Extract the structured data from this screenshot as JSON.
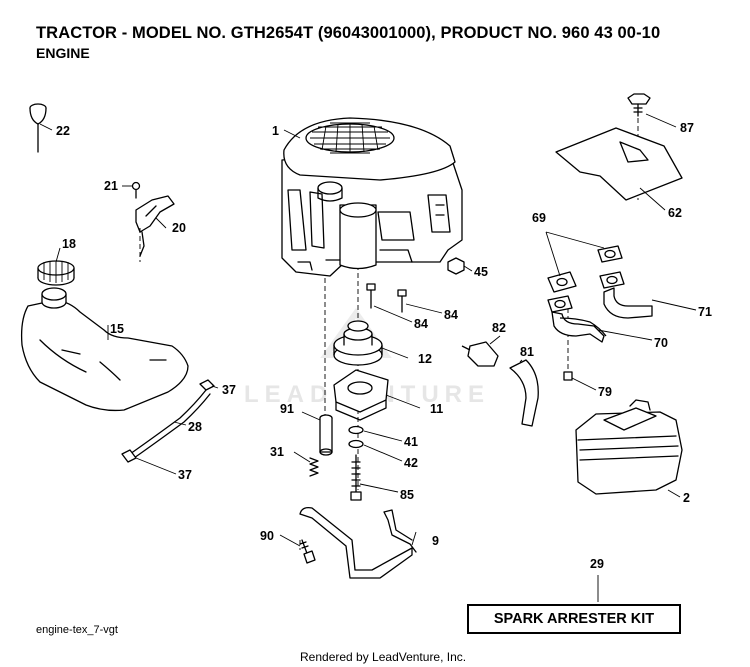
{
  "header": {
    "title": "TRACTOR - MODEL NO. GTH2654T (96043001000), PRODUCT NO. 960 43 00-10",
    "subtitle": "ENGINE"
  },
  "watermark": "LEADVENTURE",
  "figure_id": "engine-tex_7-vgt",
  "footer": "Rendered by LeadVenture, Inc.",
  "kit_label": "SPARK ARRESTER KIT",
  "callouts": {
    "c1": "1",
    "c2": "2",
    "c9": "9",
    "c11": "11",
    "c12": "12",
    "c15": "15",
    "c18": "18",
    "c20": "20",
    "c21": "21",
    "c22": "22",
    "c28": "28",
    "c29": "29",
    "c31": "31",
    "c37a": "37",
    "c37b": "37",
    "c41": "41",
    "c42": "42",
    "c45": "45",
    "c62": "62",
    "c69": "69",
    "c70": "70",
    "c71": "71",
    "c79": "79",
    "c81": "81",
    "c82": "82",
    "c84a": "84",
    "c84b": "84",
    "c85": "85",
    "c87": "87",
    "c90": "90",
    "c91": "91"
  }
}
